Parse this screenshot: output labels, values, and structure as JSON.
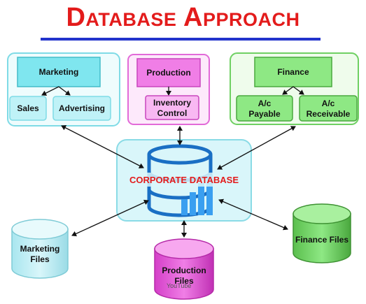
{
  "title": "Database Approach",
  "departments": {
    "marketing": {
      "label": "Marketing",
      "sub": [
        "Sales",
        "Advertising"
      ]
    },
    "production": {
      "label": "Production",
      "sub_lines": [
        "Inventory",
        "Control"
      ]
    },
    "finance": {
      "label": "Finance",
      "sub_a": [
        "A/c",
        "Payable"
      ],
      "sub_b": [
        "A/c",
        "Receivable"
      ]
    }
  },
  "corporate_database": "CORPORATE DATABASE",
  "files": {
    "marketing": [
      "Marketing",
      "Files"
    ],
    "production": [
      "Production",
      "Files"
    ],
    "finance": "Finance Files"
  },
  "watermark": "YouTube",
  "colors": {
    "title": "#e31b1b",
    "underline": "#2233cc",
    "marketing": "#7fe6ef",
    "production": "#f07ee6",
    "finance": "#8ee884",
    "db": "#bdf0f7"
  }
}
